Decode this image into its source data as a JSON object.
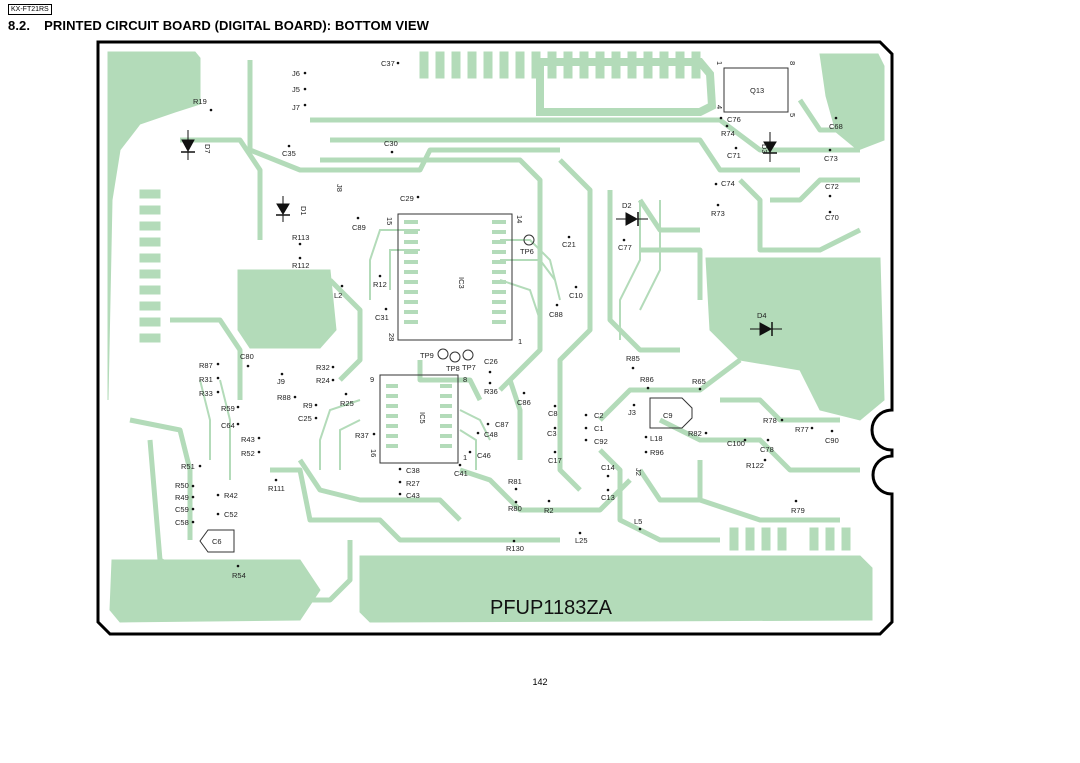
{
  "header": {
    "model_tag": "KX-FT21RS",
    "section_number": "8.2.",
    "section_title": "PRINTED CIRCUIT BOARD (DIGITAL BOARD): BOTTOM VIEW"
  },
  "board": {
    "part_number": "PFUP1183ZA",
    "colors": {
      "copper": "#b3dbb9",
      "outline": "#000000",
      "silk": "#222222"
    },
    "ic_labels": {
      "ic3": "IC3",
      "ic5": "IC5",
      "q13": "Q13"
    },
    "ic_pins": {
      "ic3_p15": "15",
      "ic3_p14": "14",
      "ic3_p1": "1",
      "ic3_p28": "28",
      "ic5_p9": "9",
      "ic5_p8": "8",
      "ic5_p1": "1",
      "ic5_p16": "16",
      "q13_p1": "1",
      "q13_p8": "8",
      "q13_p4": "4",
      "q13_p5": "5"
    },
    "diodes": {
      "d7": "D7",
      "d1": "D1",
      "d2": "D2",
      "d3": "D3",
      "d4": "D4"
    },
    "components": {
      "C37": "C37",
      "J6": "J6",
      "J5": "J5",
      "J7": "J7",
      "R19": "R19",
      "C35": "C35",
      "C30": "C30",
      "C29": "C29",
      "C89": "C89",
      "R113": "R113",
      "R112": "R112",
      "L2": "L2",
      "R12": "R12",
      "C31": "C31",
      "TP6": "TP6",
      "C21": "C21",
      "C77": "C77",
      "C10": "C10",
      "C88": "C88",
      "TP9": "TP9",
      "TP8": "TP8",
      "TP7": "TP7",
      "C26": "C26",
      "R36": "R36",
      "R87": "R87",
      "C80": "C80",
      "R31": "R31",
      "R33": "R33",
      "J9": "J9",
      "R32": "R32",
      "R24": "R24",
      "R88": "R88",
      "R9": "R9",
      "R25": "R25",
      "C25": "C25",
      "R59": "R59",
      "C64": "C64",
      "R43": "R43",
      "R52": "R52",
      "R37": "R37",
      "R51": "R51",
      "R50": "R50",
      "R49": "R49",
      "R42": "R42",
      "C59": "C59",
      "C52": "C52",
      "C58": "C58",
      "C6": "C6",
      "R54": "R54",
      "R111": "R111",
      "C38": "C38",
      "R27": "R27",
      "C43": "C43",
      "C41": "C41",
      "C46": "C46",
      "C48": "C48",
      "C87": "C87",
      "C86": "C86",
      "C8": "C8",
      "C3": "C3",
      "C17": "C17",
      "R81": "R81",
      "R80": "R80",
      "R2": "R2",
      "R130": "R130",
      "L25": "L25",
      "C13": "C13",
      "C14": "C14",
      "J2": "J2",
      "L5": "L5",
      "C2": "C2",
      "C1": "C1",
      "C92": "C92",
      "J3": "J3",
      "C9": "C9",
      "L18": "L18",
      "R96": "R96",
      "R85": "R85",
      "R86": "R86",
      "R65": "R65",
      "R82": "R82",
      "C100": "C100",
      "C78": "C78",
      "R78": "R78",
      "R77": "R77",
      "C90": "C90",
      "R122": "R122",
      "R79": "R79",
      "C76": "C76",
      "R74": "R74",
      "C71": "C71",
      "C74": "C74",
      "R73": "R73",
      "C68": "C68",
      "C73": "C73",
      "C72": "C72",
      "C70": "C70"
    }
  },
  "footer": {
    "page_number": "142"
  }
}
